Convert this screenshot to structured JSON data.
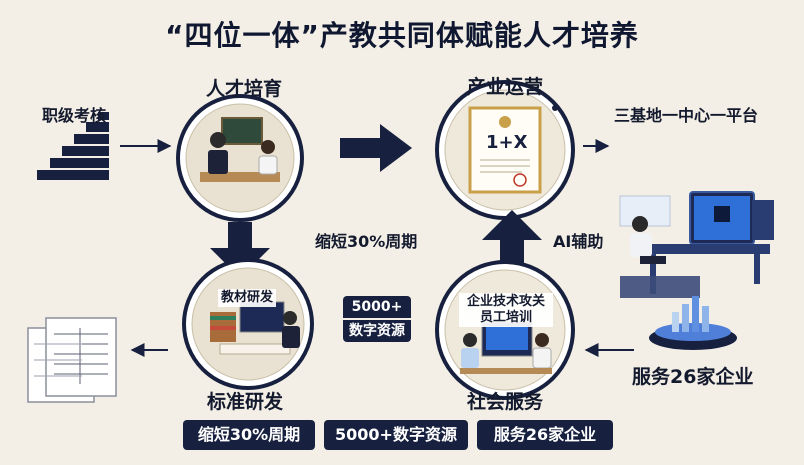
{
  "title": "“四位一体”产教共同体赋能人才培养",
  "nodes": {
    "talent_training": "人才培育",
    "industry_operation": "产业运营",
    "standard_development": "标准研发",
    "social_service": "社会服务"
  },
  "side_labels": {
    "job_assessment": "职级考核",
    "platform": "三基地一中心一平台",
    "ai_assist": "AI辅助",
    "service_enterprises": "服务26家企业",
    "shorten_cycle": "缩短30%周期"
  },
  "circle_captions": {
    "textbook_dev": "教材研发",
    "enterprise_training_line1": "企业技术攻关",
    "enterprise_training_line2": "员工培训",
    "certificate_text": "1+X"
  },
  "center_badge": {
    "line1": "5000+",
    "line2": "数字资源"
  },
  "bottom_badges": [
    "缩短30%周期",
    "5000+数字资源",
    "服务26家企业"
  ],
  "colors": {
    "navy": "#17213f",
    "background": "#f3efe6",
    "gold": "#c9a04a",
    "screen_blue": "#2f6fd8"
  }
}
